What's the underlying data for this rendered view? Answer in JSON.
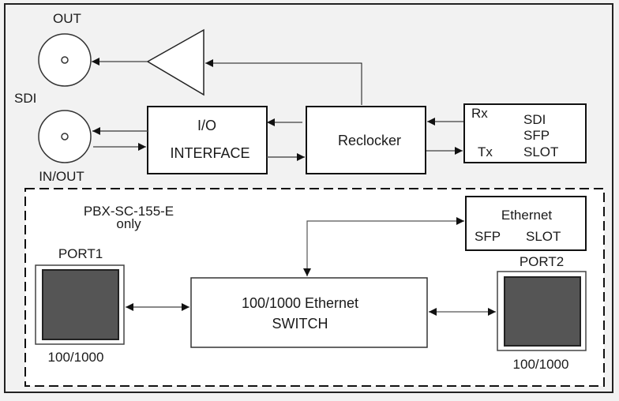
{
  "diagram": {
    "sdi": {
      "out_label": "OUT",
      "sdi_label": "SDI",
      "inout_label": "IN/OUT"
    },
    "io_interface": {
      "line1": "I/O",
      "line2": "INTERFACE"
    },
    "reclocker": {
      "label": "Reclocker"
    },
    "sdi_sfp_slot": {
      "rx": "Rx",
      "tx": "Tx",
      "line1": "SDI",
      "line2": "SFP",
      "line3": "SLOT"
    },
    "ethernet_option": {
      "title_line1": "PBX-SC-155-E",
      "title_line2": "only",
      "eth_sfp": {
        "line1": "Ethernet",
        "line2a": "SFP",
        "line2b": "SLOT"
      },
      "switch": {
        "line1": "100/1000 Ethernet",
        "line2": "SWITCH"
      },
      "port1": {
        "name": "PORT1",
        "speed": "100/1000"
      },
      "port2": {
        "name": "PORT2",
        "speed": "100/1000"
      }
    },
    "colors": {
      "background": "#f2f2f2",
      "box_fill": "#ffffff",
      "port_fill": "#555555",
      "line": "#111111"
    }
  }
}
